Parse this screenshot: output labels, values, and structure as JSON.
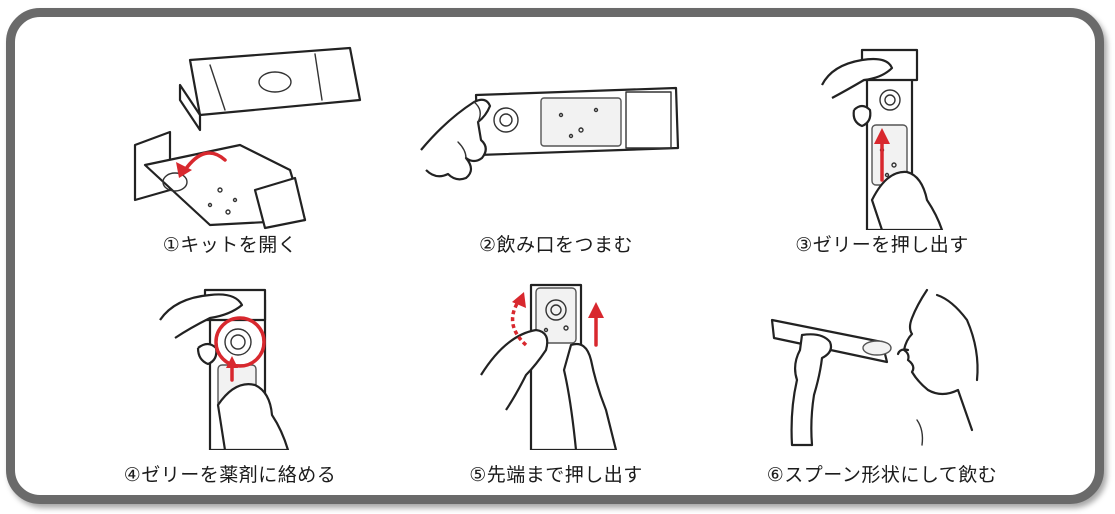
{
  "steps": [
    {
      "caption": "①キットを開く"
    },
    {
      "caption": "②飲み口をつまむ"
    },
    {
      "caption": "③ゼリーを押し出す"
    },
    {
      "caption": "④ゼリーを薬剤に絡める"
    },
    {
      "caption": "⑤先端まで押し出す"
    },
    {
      "caption": "⑥スプーン形状にして飲む"
    }
  ],
  "colors": {
    "frame": "#6a6a6a",
    "arrow": "#d8282e",
    "text": "#1c1c1c"
  }
}
